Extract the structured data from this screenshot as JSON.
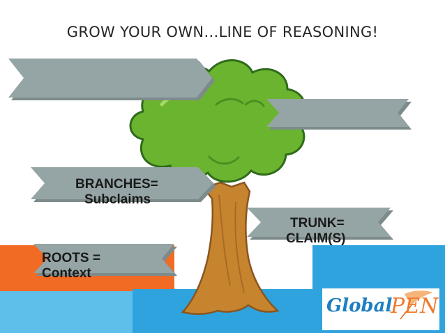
{
  "slide": {
    "title": "GROW YOUR OWN…LINE OF REASONING!",
    "colors": {
      "arrow_fill": "#95a4a4",
      "arrow_shadow": "#7d8b8b",
      "accent_orange": "#f26b25",
      "accent_blue": "#2ea3dd",
      "accent_light_blue": "#5ec0ea",
      "leaves": "#6ab42f",
      "trunk": "#c7842f"
    }
  },
  "arrows": {
    "top_left": {
      "line1": "",
      "line2": ""
    },
    "top_right": {
      "line1": "",
      "line2": ""
    },
    "branches": {
      "line1": "BRANCHES=",
      "line2": "Subclaims"
    },
    "trunk": {
      "line1": "TRUNK=",
      "line2": "CLAIM(S)"
    },
    "roots": {
      "line1": "ROOTS =",
      "line2": "Context"
    }
  },
  "logo": {
    "part1": "Global",
    "part2": "PEN",
    "icon": "quill-pen-icon"
  }
}
